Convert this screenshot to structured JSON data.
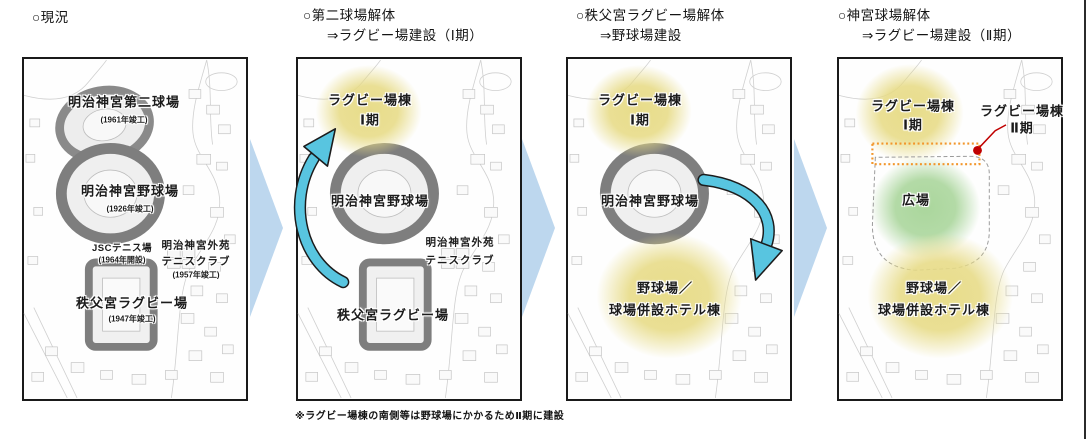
{
  "colors": {
    "highlight_yellow": "#E7DB86",
    "highlight_green": "#A6D497",
    "arrow_cyan": "#58C5E0",
    "transition_triangle_blue": "#BDD7EE",
    "phase2_dashed_orange": "#F2962B",
    "callout_red": "#C00000"
  },
  "footnote": "※ラグビー場棟の南側等は野球場にかかるためⅡ期に建設",
  "panels": [
    {
      "title": {
        "line1": "○現況",
        "line2": ""
      },
      "labels": {
        "second_stadium": {
          "name": "明治神宮第二球場",
          "year": "(1961年竣工)"
        },
        "baseball_stadium": {
          "name": "明治神宮野球場",
          "year": "(1926年竣工)"
        },
        "jsc_tennis": {
          "name": "JSCテニス場",
          "year": "(1964年開設)"
        },
        "tennis_club": {
          "line1": "明治神宮外苑",
          "line2": "テニスクラブ",
          "year": "(1957年竣工)"
        },
        "rugby_stadium": {
          "name": "秩父宮ラグビー場",
          "year": "(1947年竣工)"
        }
      }
    },
    {
      "title": {
        "line1": "○第二球場解体",
        "line2": "⇒ラグビー場建設（Ⅰ期）"
      },
      "labels": {
        "rugby_bldg_1": {
          "line1": "ラグビー場棟",
          "line2": "Ⅰ期"
        },
        "baseball_stadium": {
          "name": "明治神宮野球場"
        },
        "tennis_club": {
          "line1": "明治神宮外苑",
          "line2": "テニスクラブ"
        },
        "rugby_stadium": {
          "name": "秩父宮ラグビー場"
        }
      }
    },
    {
      "title": {
        "line1": "○秩父宮ラグビー場解体",
        "line2": "⇒野球場建設"
      },
      "labels": {
        "rugby_bldg_1": {
          "line1": "ラグビー場棟",
          "line2": "Ⅰ期"
        },
        "baseball_stadium": {
          "name": "明治神宮野球場"
        },
        "new_ballpark": {
          "line1": "野球場／",
          "line2": "球場併設ホテル棟"
        }
      }
    },
    {
      "title": {
        "line1": "○神宮球場解体",
        "line2": "⇒ラグビー場建設（Ⅱ期）"
      },
      "labels": {
        "rugby_bldg_1": {
          "line1": "ラグビー場棟",
          "line2": "Ⅰ期"
        },
        "rugby_bldg_2": {
          "line1": "ラグビー場棟",
          "line2": "Ⅱ期"
        },
        "plaza": {
          "name": "広場"
        },
        "new_ballpark": {
          "line1": "野球場／",
          "line2": "球場併設ホテル棟"
        }
      }
    }
  ]
}
